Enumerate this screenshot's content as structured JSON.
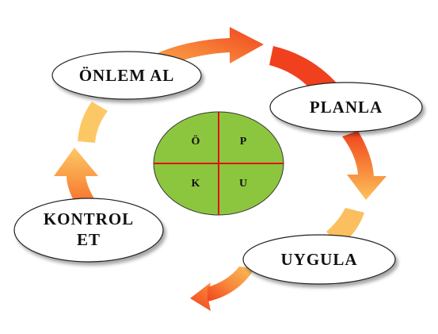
{
  "steps": {
    "onlem_al": "ÖNLEM AL",
    "planla": "PLANLA",
    "uygula": "UYGULA",
    "kontrol_line1": "KONTROL",
    "kontrol_line2": "ET"
  },
  "quadrants": {
    "top_left": "Ö",
    "top_right": "P",
    "bottom_left": "K",
    "bottom_right": "U"
  },
  "colors": {
    "arrow_red": "#f0401e",
    "arrow_orange": "#f88a2e",
    "arrow_yellow": "#fbc46a",
    "circle_fill": "#8cc63f",
    "circle_lines": "#e01010"
  }
}
